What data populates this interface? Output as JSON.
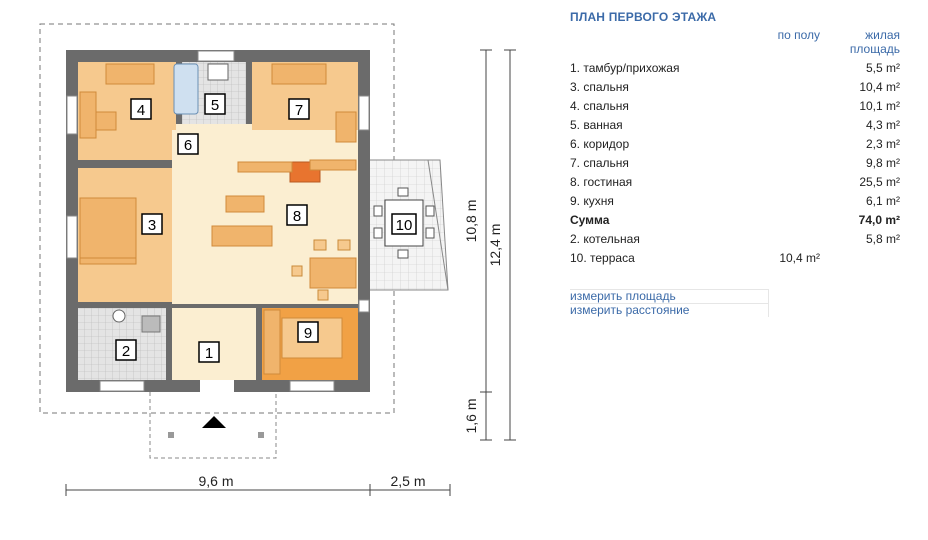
{
  "plan": {
    "title": "ПЛАН ПЕРВОГО ЭТАЖА",
    "col_floor": "по полу",
    "col_living_line1": "жилая",
    "col_living_line2": "площадь",
    "rows": [
      {
        "name": "1. тамбур/прихожая",
        "floor": "",
        "living": "5,5 m²",
        "bold": false
      },
      {
        "name": "3. спальня",
        "floor": "",
        "living": "10,4 m²",
        "bold": false
      },
      {
        "name": "4. спальня",
        "floor": "",
        "living": "10,1 m²",
        "bold": false
      },
      {
        "name": "5. ванная",
        "floor": "",
        "living": "4,3 m²",
        "bold": false
      },
      {
        "name": "6. коридор",
        "floor": "",
        "living": "2,3 m²",
        "bold": false
      },
      {
        "name": "7. спальня",
        "floor": "",
        "living": "9,8 m²",
        "bold": false
      },
      {
        "name": "8. гостиная",
        "floor": "",
        "living": "25,5 m²",
        "bold": false
      },
      {
        "name": "9. кухня",
        "floor": "",
        "living": "6,1 m²",
        "bold": false
      },
      {
        "name": "Сумма",
        "floor": "",
        "living": "74,0 m²",
        "bold": true
      },
      {
        "name": "2. котельная",
        "floor": "",
        "living": "5,8 m²",
        "bold": false
      },
      {
        "name": "10. терраса",
        "floor": "10,4 m²",
        "living": "",
        "bold": false
      }
    ],
    "links": [
      "измерить площадь",
      "измерить расстояние"
    ]
  },
  "drawing": {
    "rooms": [
      "1",
      "2",
      "3",
      "4",
      "5",
      "6",
      "7",
      "8",
      "9",
      "10"
    ],
    "dimensions": {
      "width_main": "9,6 m",
      "width_terrace": "2,5 m",
      "depth_house": "10,8 m",
      "depth_total": "12,4 m",
      "depth_porch": "1,6 m"
    }
  },
  "colors": {
    "wall": "#6b6b6b",
    "bedroom": "#f6c98e",
    "hall": "#fbeed1",
    "kitchen": "#f1a145",
    "tile": "#dcdcdc",
    "accent": "#3b6aa8"
  }
}
